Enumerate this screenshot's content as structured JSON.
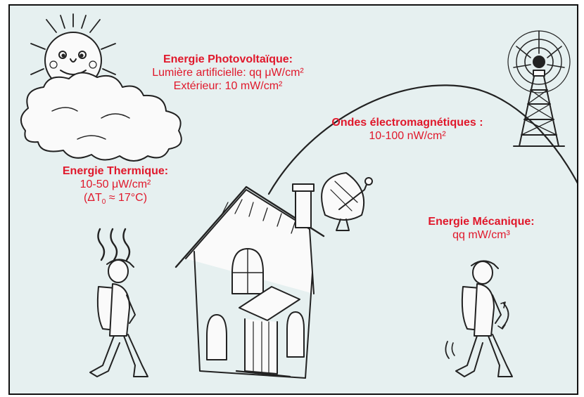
{
  "photovoltaic": {
    "title": "Energie Photovoltaïque:",
    "line1": "Lumière artificielle: qq μW/cm²",
    "line2": "Extérieur: 10 mW/cm²"
  },
  "electromagnetic": {
    "title": "Ondes électromagnétiques :",
    "line1": "10-100 nW/cm²"
  },
  "thermal": {
    "title": "Energie Thermique:",
    "line1": "10-50 μW/cm²",
    "line2_prefix": "(ΔT",
    "line2_sub": "0",
    "line2_suffix": " ≈ 17°C)"
  },
  "mechanical": {
    "title": "Energie Mécanique:",
    "line1": "qq mW/cm³"
  },
  "colors": {
    "label": "#e0182b",
    "background": "#e6f0f0",
    "ink": "#222222"
  }
}
